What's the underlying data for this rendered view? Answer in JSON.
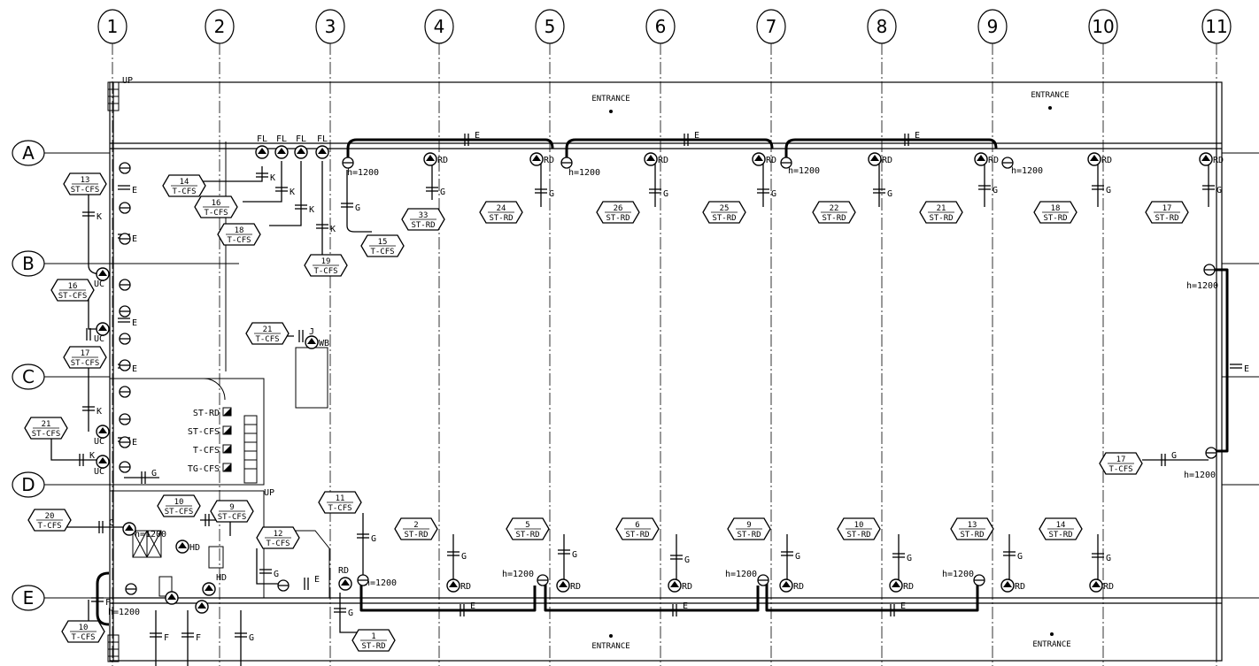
{
  "grid_columns": [
    "1",
    "2",
    "3",
    "4",
    "5",
    "6",
    "7",
    "8",
    "9",
    "10",
    "11"
  ],
  "grid_rows": [
    "A",
    "B",
    "C",
    "D",
    "E"
  ],
  "entrance_label": "ENTRANCE",
  "up_label": "UP",
  "height_note": "h=1200",
  "conduit_letters": {
    "e": "E",
    "g": "G",
    "k": "K",
    "f": "F",
    "j": "J"
  },
  "legend": [
    "ST-RD",
    "ST-CFS",
    "T-CFS",
    "TG-CFS"
  ],
  "fixtures_top": [
    {
      "label": "RD",
      "tag": {
        "n": "33",
        "t": "ST-RD"
      }
    },
    {
      "label": "RD",
      "tag": {
        "n": "24",
        "t": "ST-RD"
      }
    },
    {
      "label": "RD",
      "tag": {
        "n": "26",
        "t": "ST-RD"
      }
    },
    {
      "label": "RD",
      "tag": {
        "n": "25",
        "t": "ST-RD"
      }
    },
    {
      "label": "RD",
      "tag": {
        "n": "22",
        "t": "ST-RD"
      }
    },
    {
      "label": "RD",
      "tag": {
        "n": "21",
        "t": "ST-RD"
      }
    },
    {
      "label": "RD",
      "tag": {
        "n": "18",
        "t": "ST-RD"
      }
    },
    {
      "label": "RD",
      "tag": {
        "n": "17",
        "t": "ST-RD"
      }
    }
  ],
  "fixtures_bottom": [
    {
      "label": "RD",
      "tag": {
        "n": "2",
        "t": "ST-RD"
      }
    },
    {
      "label": "RD",
      "tag": {
        "n": "5",
        "t": "ST-RD"
      }
    },
    {
      "label": "RD",
      "tag": {
        "n": "6",
        "t": "ST-RD"
      }
    },
    {
      "label": "RD",
      "tag": {
        "n": "9",
        "t": "ST-RD"
      }
    },
    {
      "label": "RD",
      "tag": {
        "n": "10",
        "t": "ST-RD"
      }
    },
    {
      "label": "RD",
      "tag": {
        "n": "13",
        "t": "ST-RD"
      }
    },
    {
      "label": "RD",
      "tag": {
        "n": "14",
        "t": "ST-RD"
      }
    }
  ],
  "fl_fixtures": {
    "label": "FL",
    "tags": [
      {
        "n": "14",
        "t": "T-CFS"
      },
      {
        "n": "16",
        "t": "T-CFS"
      },
      {
        "n": "18",
        "t": "T-CFS"
      },
      {
        "n": "19",
        "t": "T-CFS"
      },
      {
        "n": "15",
        "t": "T-CFS"
      }
    ]
  },
  "left_tags": [
    {
      "n": "13",
      "t": "ST-CFS"
    },
    {
      "n": "16",
      "t": "ST-CFS"
    },
    {
      "n": "17",
      "t": "ST-CFS"
    },
    {
      "n": "21",
      "t": "ST-CFS"
    }
  ],
  "uc_label": "UC",
  "hd_label": "HD",
  "wb": {
    "label": "WB",
    "tag": {
      "n": "21",
      "t": "T-CFS"
    }
  },
  "right_tag": {
    "n": "17",
    "t": "T-CFS"
  },
  "lower_left_tags": [
    {
      "n": "20",
      "t": "T-CFS"
    },
    {
      "n": "10",
      "t": "T-CFS"
    },
    {
      "n": "9",
      "t": "ST-CFS"
    },
    {
      "n": "12",
      "t": "T-CFS"
    },
    {
      "n": "11",
      "t": "T-CFS"
    },
    {
      "n": "10",
      "t": "ST-CFS"
    },
    {
      "n": "1",
      "t": "ST-RD"
    }
  ]
}
